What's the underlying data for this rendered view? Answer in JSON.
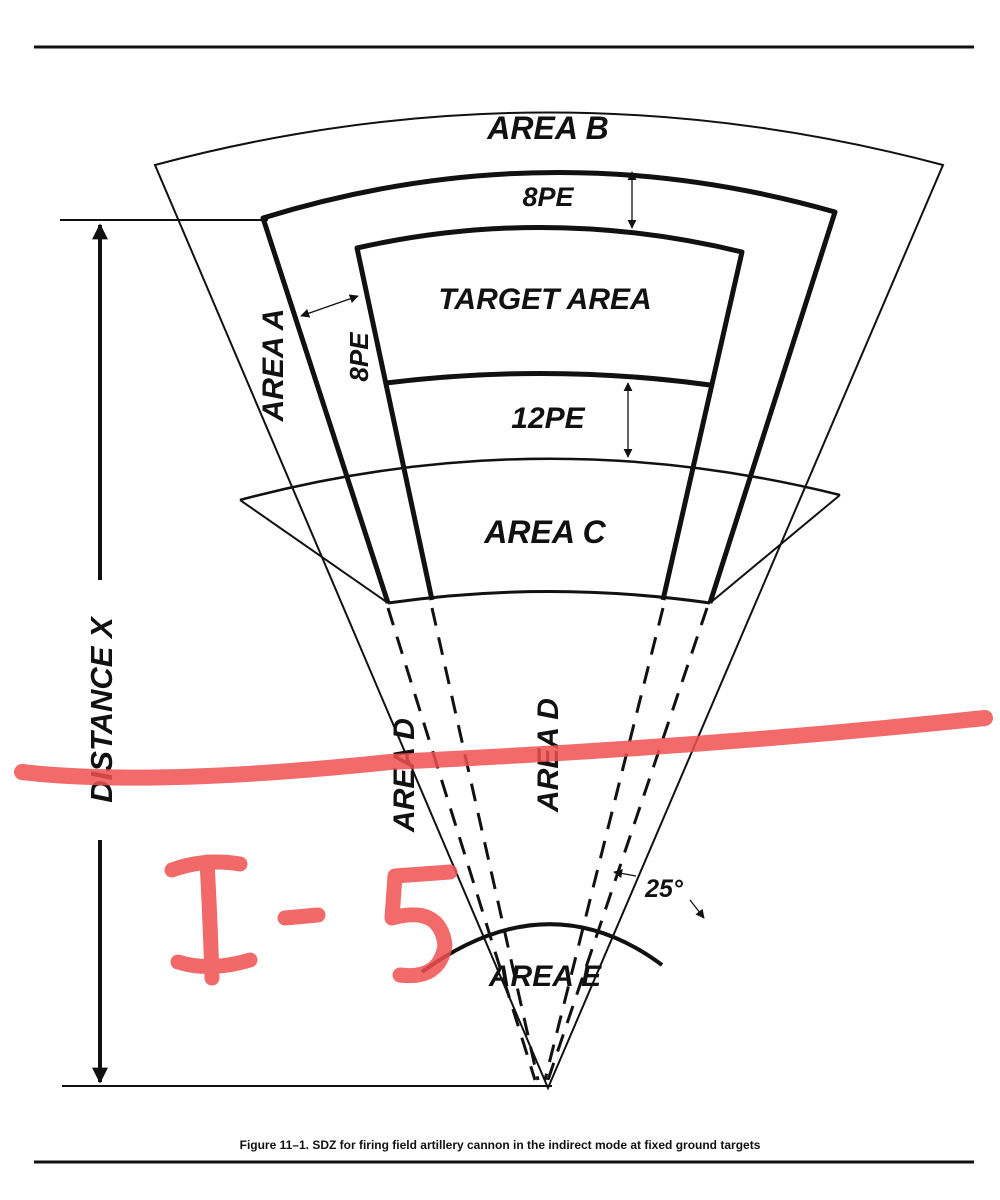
{
  "labels": {
    "area_b": "AREA B",
    "area_a": "AREA A",
    "area_c": "AREA C",
    "area_d": "AREA D",
    "area_e": "AREA E",
    "target_area": "TARGET AREA",
    "buffer_top": "8PE",
    "buffer_side": "8PE",
    "buffer_bottom": "12PE",
    "distance": "DISTANCE X",
    "angle": "25°"
  },
  "annotation": {
    "handwritten": "I-5",
    "color": "#f05050"
  },
  "caption": "Figure 11–1. SDZ for firing field artillery cannon in the indirect mode at fixed ground targets"
}
